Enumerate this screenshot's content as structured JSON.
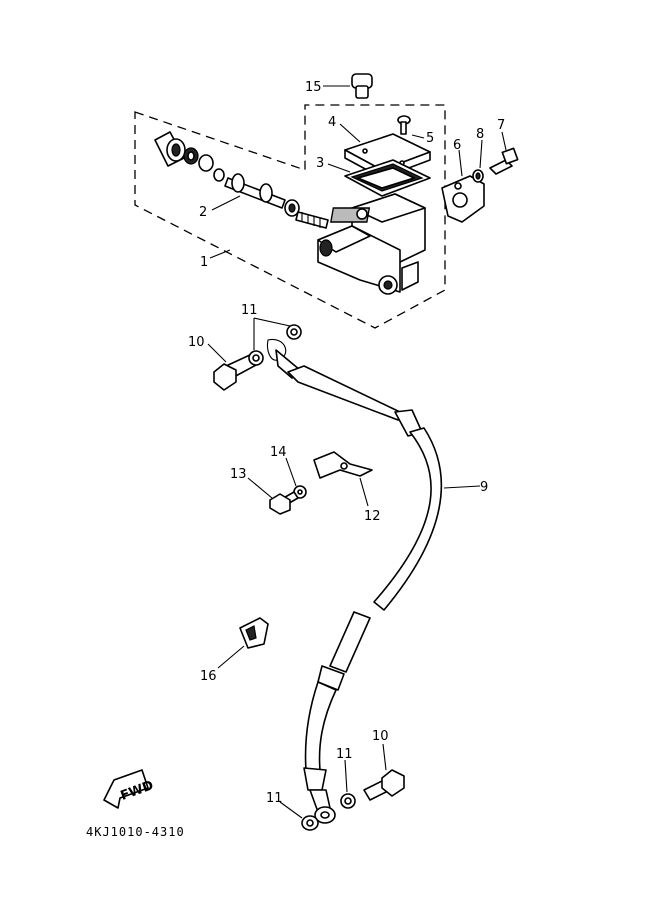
{
  "diagram_code": "4KJ1010-4310",
  "fwd_label": "FWD",
  "callouts": {
    "c1": "1",
    "c2": "2",
    "c3": "3",
    "c4": "4",
    "c5": "5",
    "c6": "6",
    "c7": "7",
    "c8": "8",
    "c9": "9",
    "c10a": "10",
    "c10b": "10",
    "c11a": "11",
    "c11b": "11",
    "c11c": "11",
    "c12": "12",
    "c13": "13",
    "c14": "14",
    "c15": "15",
    "c16": "16"
  }
}
